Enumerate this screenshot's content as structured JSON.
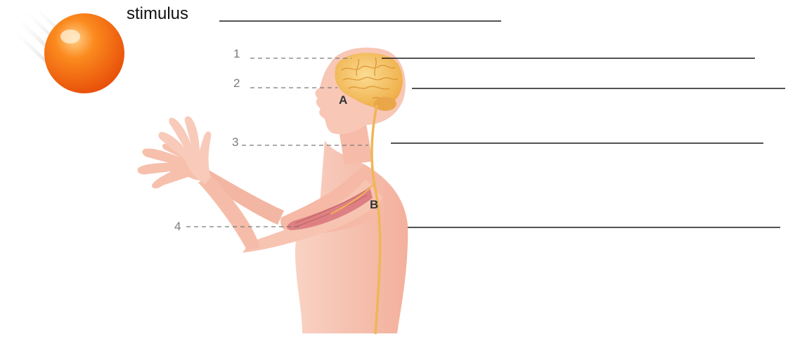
{
  "stimulus": {
    "label": "stimulus",
    "ball_color": "#f26a0c"
  },
  "labels": {
    "numbers": [
      "1",
      "2",
      "3",
      "4"
    ],
    "letters": [
      "A",
      "B"
    ]
  },
  "colors": {
    "skin": "#f7c3b3",
    "skin_shadow": "#eea792",
    "brain": "#f5c36c",
    "nerve": "#f2bb5a",
    "muscle": "#d8747a",
    "answer_line": "#1a1a1a",
    "leader_line": "#7a7a7a"
  }
}
